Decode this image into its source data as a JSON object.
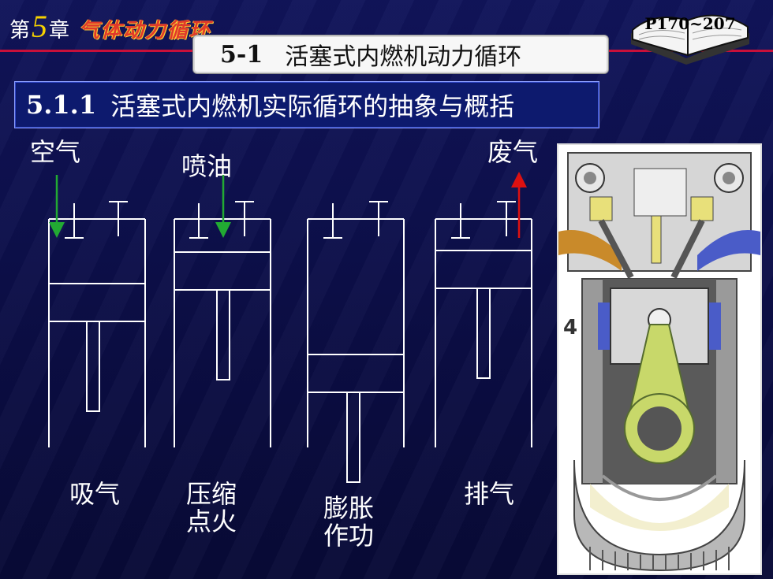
{
  "header": {
    "chapter_prefix": "第",
    "chapter_number": "5",
    "chapter_suffix": "章",
    "chapter_name": "气体动力循环",
    "page_ref": "P170~207"
  },
  "section": {
    "number": "5-1",
    "title": "活塞式内燃机动力循环"
  },
  "subsection": {
    "number": "5.1.1",
    "title": "活塞式内燃机实际循环的抽象与概括"
  },
  "diagram": {
    "labels": {
      "air": "空气",
      "fuel_injection": "喷油",
      "exhaust_gas": "废气"
    },
    "strokes": [
      {
        "line1": "吸气",
        "line2": ""
      },
      {
        "line1": "压缩",
        "line2": "点火"
      },
      {
        "line1": "膨胀",
        "line2": "作功"
      },
      {
        "line1": "排气",
        "line2": ""
      }
    ],
    "colors": {
      "intake_arrow": "#22aa33",
      "exhaust_arrow": "#dd1111"
    }
  },
  "engine_illustration": {
    "frame_label": "4"
  }
}
